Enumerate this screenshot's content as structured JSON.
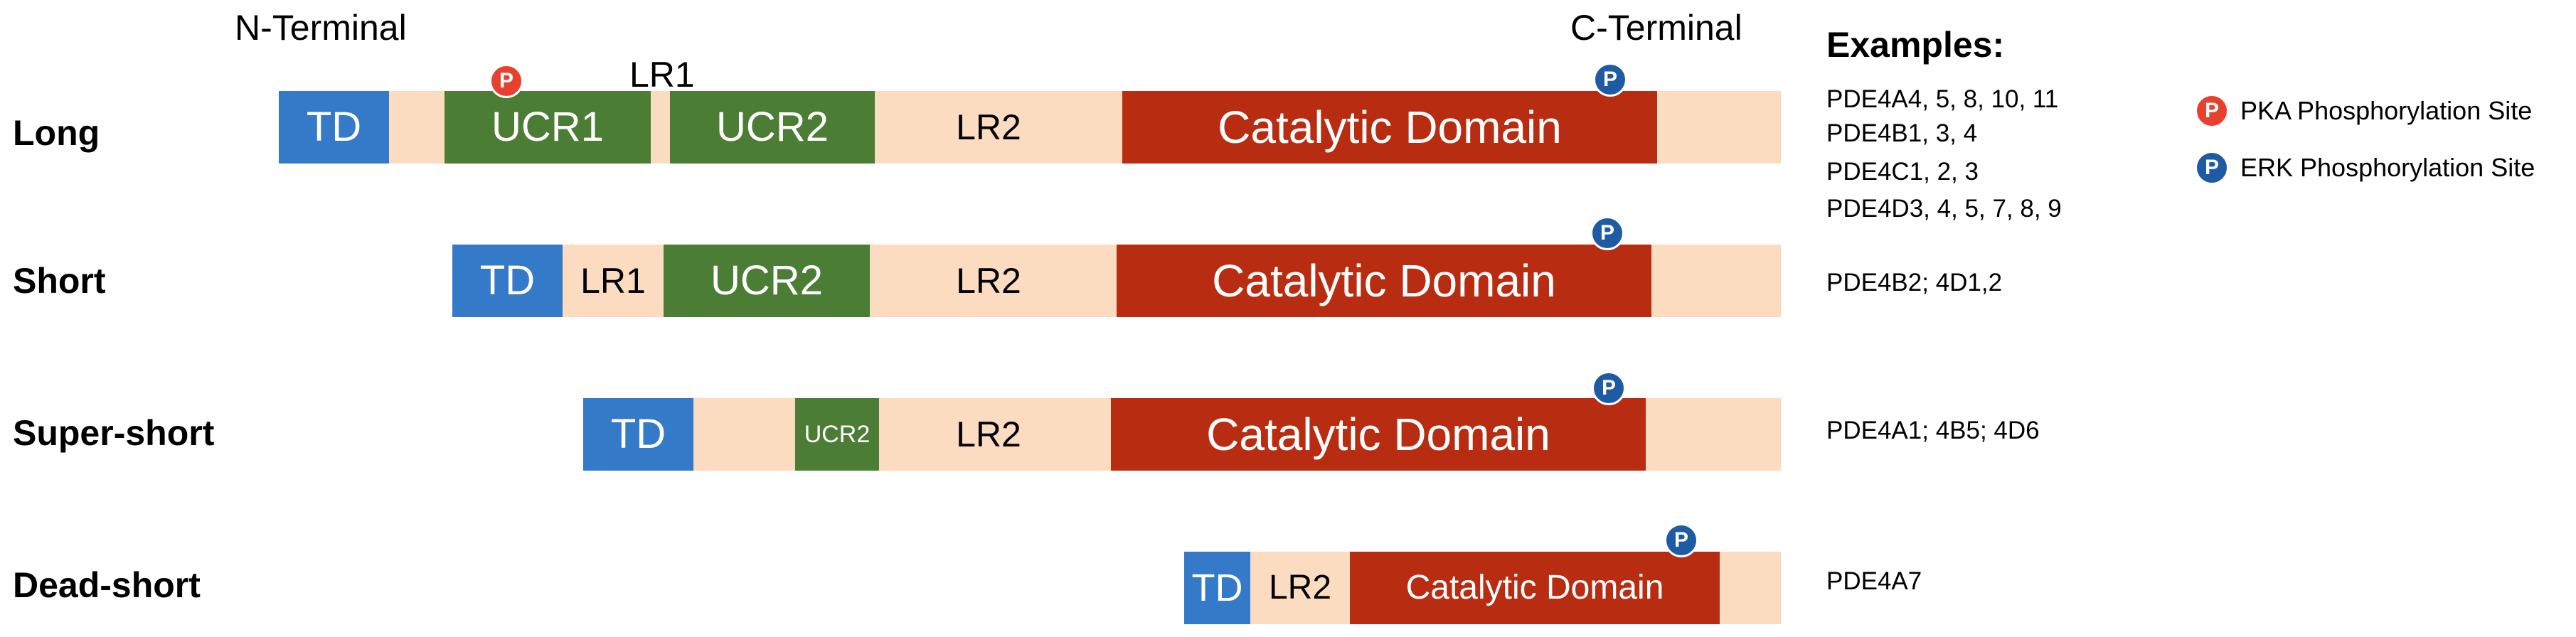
{
  "labels": {
    "n_terminal": "N-Terminal",
    "c_terminal": "C-Terminal",
    "examples_title": "Examples:"
  },
  "colors": {
    "td": "#3579c9",
    "ucr": "#4b7d34",
    "catalytic": "#b82d12",
    "linker_band": "#fbdcc0",
    "pka_site": "#e8402e",
    "erk_site": "#1f5ba3"
  },
  "isoforms": [
    {
      "name": "Long",
      "domains": {
        "td": "TD",
        "lr1": "LR1",
        "ucr1": "UCR1",
        "ucr2": "UCR2",
        "lr2": "LR2",
        "catalytic": "Catalytic Domain"
      },
      "sites": {
        "pka": "P",
        "erk": "P"
      },
      "examples": [
        "PDE4A4, 5, 8, 10, 11",
        "PDE4B1, 3, 4",
        "PDE4C1, 2, 3",
        "PDE4D3, 4, 5, 7, 8, 9"
      ]
    },
    {
      "name": "Short",
      "domains": {
        "td": "TD",
        "lr1": "LR1",
        "ucr2": "UCR2",
        "lr2": "LR2",
        "catalytic": "Catalytic Domain"
      },
      "sites": {
        "erk": "P"
      },
      "examples": [
        "PDE4B2; 4D1,2"
      ]
    },
    {
      "name": "Super-short",
      "domains": {
        "td": "TD",
        "ucr2": "UCR2",
        "lr2": "LR2",
        "catalytic": "Catalytic Domain"
      },
      "sites": {
        "erk": "P"
      },
      "examples": [
        "PDE4A1; 4B5; 4D6"
      ]
    },
    {
      "name": "Dead-short",
      "domains": {
        "td": "TD",
        "lr2": "LR2",
        "catalytic": "Catalytic Domain"
      },
      "sites": {
        "erk": "P"
      },
      "examples": [
        "PDE4A7"
      ]
    }
  ],
  "legend": [
    {
      "symbol": "P",
      "text": "PKA Phosphorylation Site",
      "kind": "pka"
    },
    {
      "symbol": "P",
      "text": "ERK Phosphorylation Site",
      "kind": "erk"
    }
  ]
}
